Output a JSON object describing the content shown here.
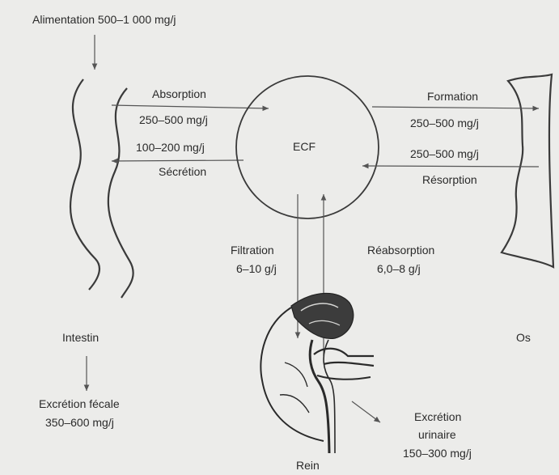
{
  "diagram": {
    "intake": "Alimentation 500–1 000 mg/j",
    "absorption": {
      "label": "Absorption",
      "value": "250–500 mg/j"
    },
    "secretion": {
      "label": "Sécrétion",
      "value": "100–200 mg/j"
    },
    "ecf": "ECF",
    "formation": {
      "label": "Formation",
      "value": "250–500 mg/j"
    },
    "resorption": {
      "label": "Résorption",
      "value": "250–500 mg/j"
    },
    "filtration": {
      "label": "Filtration",
      "value": "6–10 g/j"
    },
    "reabsorption": {
      "label": "Réabsorption",
      "value": "6,0–8 g/j"
    },
    "intestine": "Intestin",
    "bone": "Os",
    "kidney": "Rein",
    "fecal_excretion": {
      "label": "Excrétion fécale",
      "value": "350–600 mg/j"
    },
    "urinary_excretion": {
      "line1": "Excrétion",
      "line2": "urinaire",
      "value": "150–300 mg/j"
    }
  }
}
